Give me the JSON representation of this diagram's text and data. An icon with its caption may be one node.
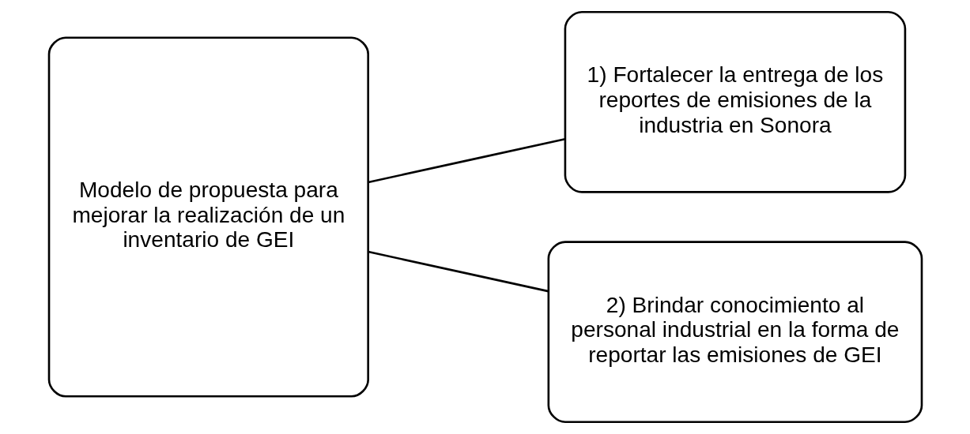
{
  "diagram": {
    "nodes": [
      {
        "text": [
          "Modelo de propuesta para mejorar la realización de un inventario de GEI"
        ]
      },
      {
        "text": [
          "1) Fortalecer la entrega de los reportes de emisiones de la industria en Sonora"
        ]
      },
      {
        "text": [
          "2) Brindar conocimiento al personal industrial en la forma de reportar las emisiones de GEI"
        ]
      }
    ],
    "edges": [
      {
        "from": 0,
        "to": 1,
        "arrow": "none"
      },
      {
        "from": 0,
        "to": 2,
        "arrow": "none"
      }
    ]
  }
}
